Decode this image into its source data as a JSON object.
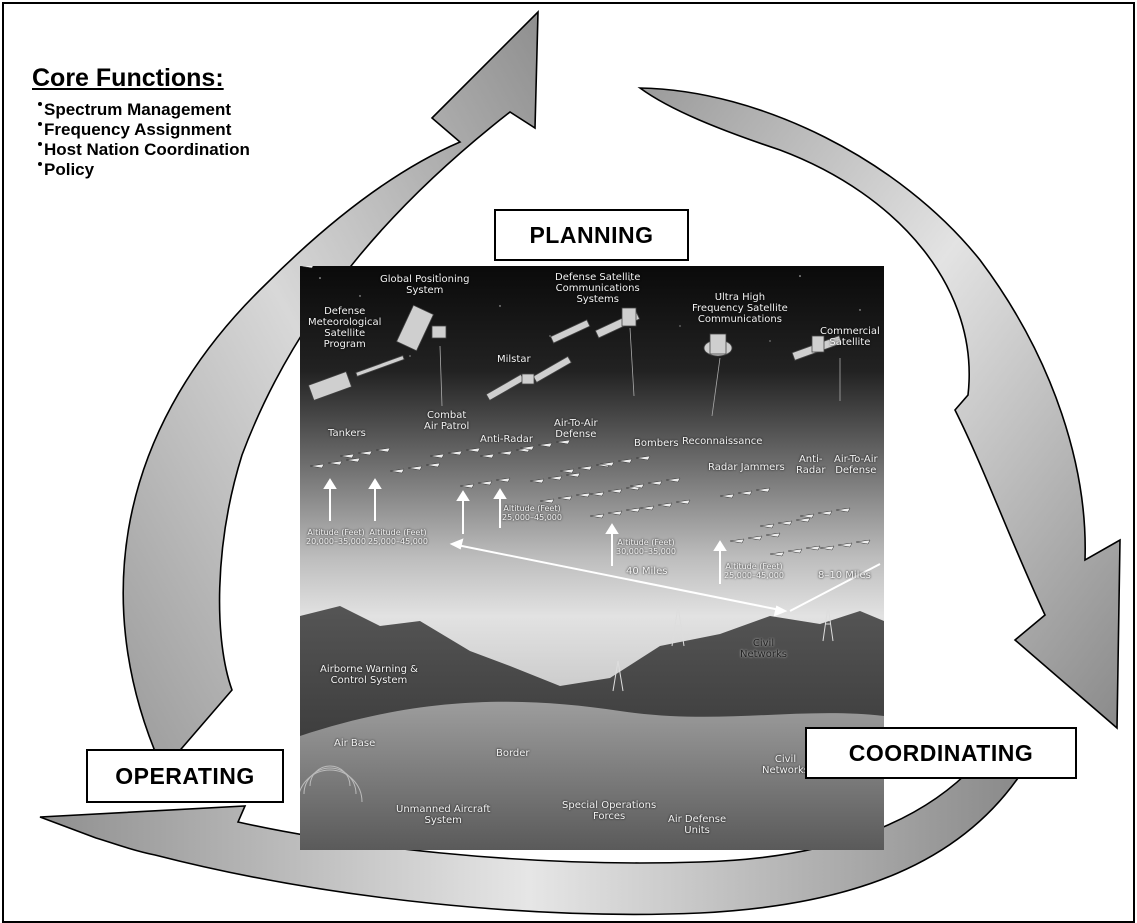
{
  "core_functions": {
    "title": "Core Functions:",
    "items": [
      "Spectrum Management",
      "Frequency Assignment",
      "Host Nation Coordination",
      "Policy"
    ]
  },
  "cycle": {
    "planning": "PLANNING",
    "operating": "OPERATING",
    "coordinating": "COORDINATING"
  },
  "illustration": {
    "labels": {
      "dmsp": "Defense\nMeteorological\nSatellite\nProgram",
      "gps": "Global Positioning\nSystem",
      "dscs": "Defense Satellite\nCommunications\nSystems",
      "uhf": "Ultra High\nFrequency Satellite\nCommunications",
      "commercial": "Commercial\nSatellite",
      "milstar": "Milstar",
      "tankers": "Tankers",
      "combat_air_patrol": "Combat\nAir Patrol",
      "anti_radar_1": "Anti-Radar",
      "air_to_air_1": "Air-To-Air\nDefense",
      "bombers": "Bombers",
      "reconnaissance": "Reconnaissance",
      "radar_jammers": "Radar Jammers",
      "anti_radar_2": "Anti-\nRadar",
      "air_to_air_2": "Air-To-Air\nDefense",
      "alt_tankers": "Altitude (Feet)\n20,000–35,000",
      "alt_cap": "Altitude (Feet)\n25,000–45,000",
      "alt_antiradar": "Altitude (Feet)\n25,000–45,000",
      "alt_bombers": "Altitude (Feet)\n30,000–35,000",
      "alt_right": "Altitude (Feet)\n25,000–45,000",
      "miles_40": "40 Miles",
      "miles_8_10": "8–10 Miles",
      "civil_networks_1": "Civil\nNetworks",
      "civil_networks_2": "Civil\nNetworks",
      "awacs": "Airborne Warning &\nControl System",
      "air_base": "Air Base",
      "border": "Border",
      "uas": "Unmanned Aircraft\nSystem",
      "sof": "Special Operations\nForces",
      "ground_forces": "Air Defense\nUnits"
    }
  },
  "colors": {
    "arrow_light": "#dcdcdc",
    "arrow_dark": "#8c8c8c",
    "sky_top": "#0b0b0b",
    "haze": "#cfcfcf",
    "ground": "#7a7a7a"
  }
}
